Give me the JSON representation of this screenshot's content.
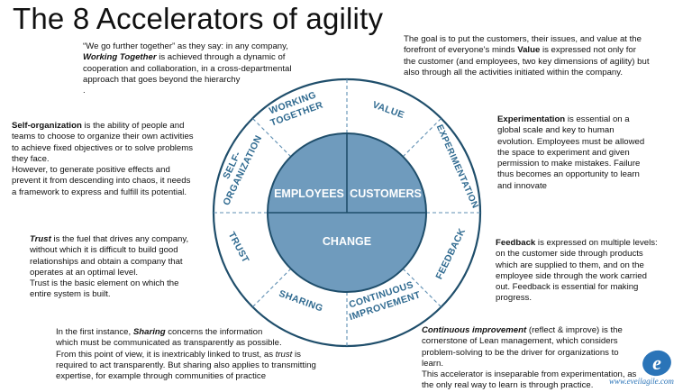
{
  "title": "The 8 Accelerators of agility",
  "segments": {
    "working_together": [
      "WORKING",
      "TOGETHER"
    ],
    "value": "VALUE",
    "experimentation": "EXPERIMENTATION",
    "feedback": "FEEDBACK",
    "continuous_improvement": [
      "CONTINUOUS",
      "IMPROVEMENT"
    ],
    "sharing": "SHARING",
    "trust": "TRUST",
    "self_organization": [
      "SELF-",
      "ORGANIZATION"
    ]
  },
  "core": {
    "employees": "EMPLOYEES",
    "customers": "CUSTOMERS",
    "change": "CHANGE"
  },
  "descriptions": {
    "working_together": {
      "l1": "“We go further together” as they say: in any company,",
      "key": "Working Together",
      "l2": " is achieved through a dynamic of",
      "l3": "cooperation and collaboration, in a cross-departmental",
      "l4": "approach that goes beyond the hierarchy",
      "l5": "."
    },
    "value": {
      "l1": "The goal is to put the customers, their issues, and value at the",
      "l2a": "forefront of everyone’s minds  ",
      "key": "Value",
      "l2b": " is expressed not only for",
      "l3": "the customer (and employees, two key dimensions of agility) but",
      "l4": "also through all the activities initiated within the company."
    },
    "self_organization": {
      "key": "Self-organization",
      "l1": " is the ability of people and",
      "l2": "teams to choose to organize their own activities",
      "l3": "to achieve fixed objectives or to solve problems",
      "l4": "they face.",
      "l5": "However, to generate positive effects and",
      "l6": "prevent it from descending into chaos, it needs",
      "l7": "a framework to express and fulfill its potential."
    },
    "experimentation": {
      "key": "Experimentation",
      "l1": " is essential on a",
      "l2": "global scale and key to human",
      "l3": "evolution. Employees must be allowed",
      "l4": "the space to experiment and given",
      "l5": "permission to make mistakes. Failure",
      "l6": "thus becomes an opportunity to learn",
      "l7": "and innovate"
    },
    "trust": {
      "key": "Trust",
      "l1": " is the fuel that drives any company,",
      "l2": "without which it is difficult to build good",
      "l3": "relationships and obtain a company that",
      "l4": "operates at an optimal level.",
      "l5": "Trust is the basic element on which the",
      "l6": "entire system is built."
    },
    "feedback": {
      "key": "Feedback",
      "l1": " is expressed on multiple levels:",
      "l2": "on the customer side through products",
      "l3": "which are supplied to them, and on the",
      "l4": "employee side through the work carried",
      "l5": "out. Feedback is essential for making",
      "l6": "progress."
    },
    "sharing": {
      "l1a": "In the first instance, ",
      "key": "Sharing",
      "l1b": " concerns the information",
      "l2": "which must be communicated as transparently as possible.",
      "l3a": "From this point of view, it is inextricably linked to trust, as ",
      "l3i": "trust",
      "l3b": " is",
      "l4": "required to act transparently. But sharing also applies to transmitting",
      "l5": "expertise, for example through communities of practice"
    },
    "continuous_improvement": {
      "key": "Continuous improvement",
      "l1": " (reflect & improve) is the",
      "l2": "cornerstone of Lean management, which considers",
      "l3": "problem-solving to be the driver for organizations to learn.",
      "l4": "This accelerator is inseparable from experimentation, as",
      "l5": "the only real way to learn is through practice."
    }
  },
  "logo": {
    "letter": "e",
    "url_text": "www.eveilagile.com",
    "color": "#2a74b8"
  },
  "colors": {
    "ring_stroke": "#1f4e6b",
    "core_fill": "#6f9bbd",
    "segment_text": "#2f6a90"
  }
}
